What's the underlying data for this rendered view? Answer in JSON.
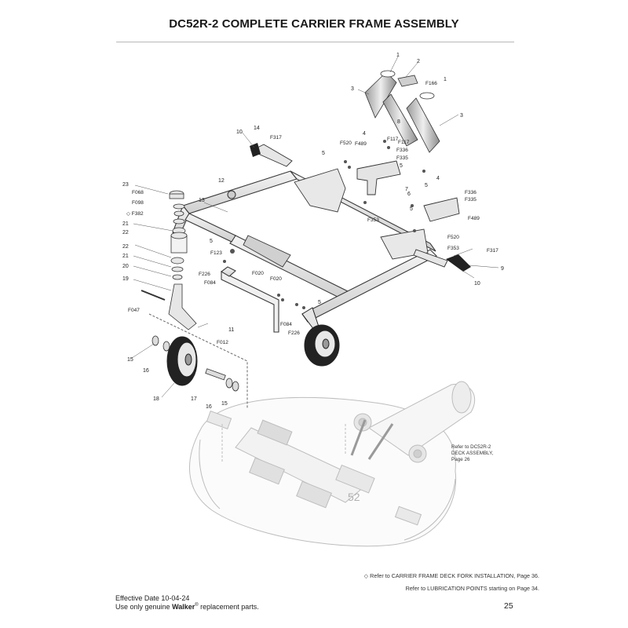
{
  "title": "DC52R-2 COMPLETE CARRIER FRAME ASSEMBLY",
  "callouts": [
    {
      "id": "c1a",
      "text": "1"
    },
    {
      "id": "c2",
      "text": "2"
    },
    {
      "id": "cF166",
      "text": "F166"
    },
    {
      "id": "c1b",
      "text": "1"
    },
    {
      "id": "c3a",
      "text": "3"
    },
    {
      "id": "c8",
      "text": "8"
    },
    {
      "id": "c3b",
      "text": "3"
    },
    {
      "id": "c10a",
      "text": "10"
    },
    {
      "id": "c14",
      "text": "14"
    },
    {
      "id": "cF317a",
      "text": "F317"
    },
    {
      "id": "c4a",
      "text": "4"
    },
    {
      "id": "cF520a",
      "text": "F520"
    },
    {
      "id": "cF489a",
      "text": "F489"
    },
    {
      "id": "cF117a",
      "text": "F117"
    },
    {
      "id": "cF117b",
      "text": "F117"
    },
    {
      "id": "cF336a",
      "text": "F336"
    },
    {
      "id": "cF335a",
      "text": "F335"
    },
    {
      "id": "c5a",
      "text": "5"
    },
    {
      "id": "c5b",
      "text": "5"
    },
    {
      "id": "c7",
      "text": "7"
    },
    {
      "id": "c4b",
      "text": "4"
    },
    {
      "id": "c5c",
      "text": "5"
    },
    {
      "id": "cF336b",
      "text": "F336"
    },
    {
      "id": "cF335b",
      "text": "F335"
    },
    {
      "id": "c6",
      "text": "6"
    },
    {
      "id": "cF353a",
      "text": "F353"
    },
    {
      "id": "c5d",
      "text": "5"
    },
    {
      "id": "cF489b",
      "text": "F489"
    },
    {
      "id": "cF520b",
      "text": "F520"
    },
    {
      "id": "cF353b",
      "text": "F353"
    },
    {
      "id": "cF317b",
      "text": "F317"
    },
    {
      "id": "c9",
      "text": "9"
    },
    {
      "id": "c10b",
      "text": "10"
    },
    {
      "id": "c12",
      "text": "12"
    },
    {
      "id": "c13",
      "text": "13"
    },
    {
      "id": "c23",
      "text": "23"
    },
    {
      "id": "cF068",
      "text": "F068"
    },
    {
      "id": "cF098",
      "text": "F098"
    },
    {
      "id": "cF382",
      "text": "◇ F382"
    },
    {
      "id": "c21a",
      "text": "21"
    },
    {
      "id": "c22a",
      "text": "22"
    },
    {
      "id": "c5e",
      "text": "5"
    },
    {
      "id": "cF123",
      "text": "F123"
    },
    {
      "id": "c22b",
      "text": "22"
    },
    {
      "id": "c21b",
      "text": "21"
    },
    {
      "id": "c20",
      "text": "20"
    },
    {
      "id": "cF226a",
      "text": "F226"
    },
    {
      "id": "cF084a",
      "text": "F084"
    },
    {
      "id": "cF020a",
      "text": "F020"
    },
    {
      "id": "c19",
      "text": "19"
    },
    {
      "id": "cF020b",
      "text": "F020"
    },
    {
      "id": "c5f",
      "text": "5"
    },
    {
      "id": "cF047",
      "text": "F047"
    },
    {
      "id": "c11",
      "text": "11"
    },
    {
      "id": "cF084b",
      "text": "F084"
    },
    {
      "id": "cF226b",
      "text": "F226"
    },
    {
      "id": "cF012",
      "text": "F012"
    },
    {
      "id": "c15a",
      "text": "15"
    },
    {
      "id": "c16a",
      "text": "16"
    },
    {
      "id": "c18",
      "text": "18"
    },
    {
      "id": "c17",
      "text": "17"
    },
    {
      "id": "c16b",
      "text": "16"
    },
    {
      "id": "c15b",
      "text": "15"
    }
  ],
  "deck_label": "52",
  "deck_reference": [
    "Refer to DC52R-2",
    "DECK ASSEMBLY,",
    "Page 26"
  ],
  "notes": {
    "fork_install": "◇ Refer to CARRIER FRAME DECK FORK INSTALLATION, Page 36.",
    "lubrication": "Refer to LUBRICATION POINTS starting on Page 34."
  },
  "footer": {
    "effective_date": "Effective Date 10-04-24",
    "genuine_prefix": "Use only genuine ",
    "brand": "Walker",
    "registered": "®",
    "genuine_suffix": " replacement parts.",
    "page_number": "25"
  }
}
